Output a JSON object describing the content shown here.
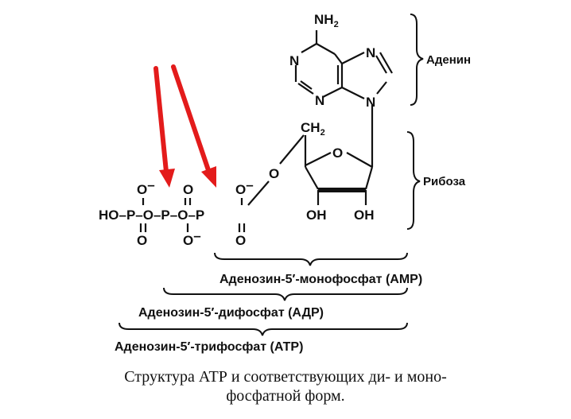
{
  "atoms": {
    "nh2_n": "NH",
    "nh2_sub": "2",
    "n": "N",
    "ch2_c": "CH",
    "ch2_sub": "2",
    "o": "O",
    "oh": "OH",
    "ho": "HO",
    "ho_p": "HO–P–O–P–O–P",
    "o_minus": "O",
    "minus": "–",
    "p": "P"
  },
  "brace_labels": {
    "adenine": "Аденин",
    "ribose": "Рибоза"
  },
  "structures": {
    "amp": "Аденозин-5′-монофосфат  (AMP)",
    "adp": "Аденозин-5′-дифосфат  (АДР)",
    "atp": "Аденозин-5′-трифосфат  (АТР)"
  },
  "caption": {
    "line1": "Структура АТР и соответствующих ди- и моно-",
    "line2": "фосфатной  форм."
  },
  "colors": {
    "arrow": "#e31b1b",
    "ink": "#111111"
  }
}
